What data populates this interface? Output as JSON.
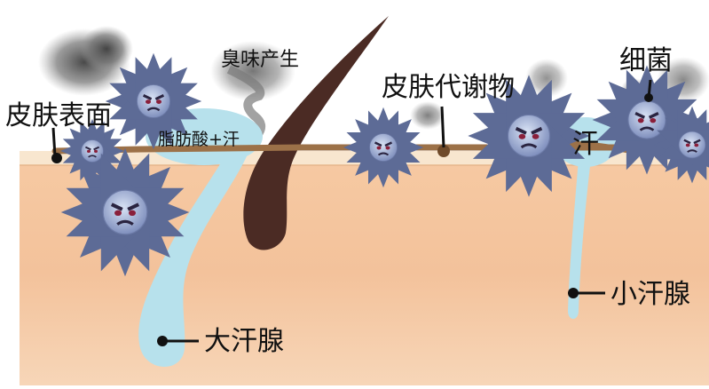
{
  "labels": {
    "skin_surface": "皮肤表面",
    "odor": "臭味产生",
    "metabolites": "皮肤代谢物",
    "bacteria": "细菌",
    "fatty_acid_sweat": "脂肪酸+汗",
    "sweat": "汗",
    "small_gland": "小汗腺",
    "large_gland": "大汗腺"
  },
  "colors": {
    "skin_top": "#f6e2c8",
    "skin_deep": "#f0b98d",
    "sweat": "#b7e1ec",
    "hair": "#4b2b24",
    "metabolite": "#a97a4f",
    "germ": "#8c9ac0",
    "smoke": "#5e5e5e"
  }
}
